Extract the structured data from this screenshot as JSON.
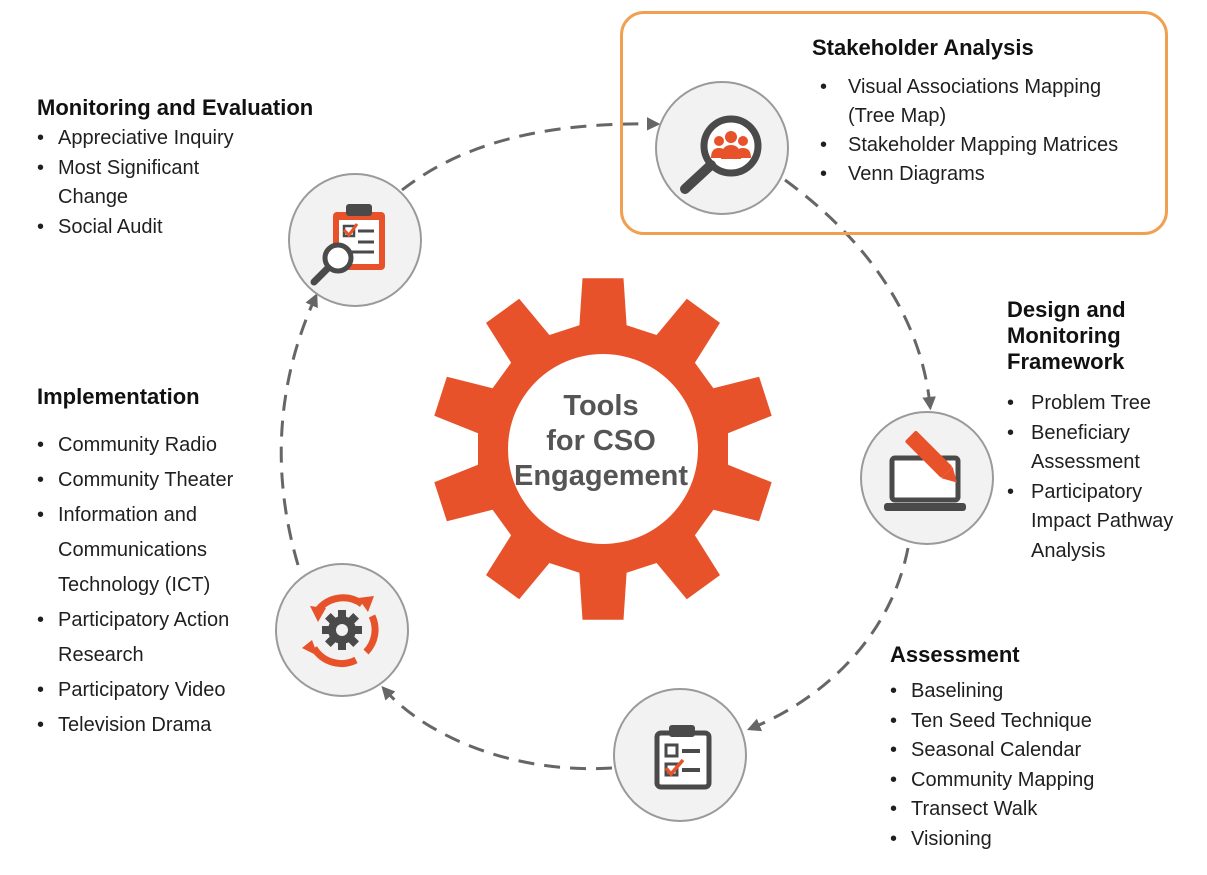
{
  "center": {
    "line1": "Tools",
    "line2": "for CSO",
    "line3": "Engagement"
  },
  "colors": {
    "gear": "#e8522a",
    "arrow": "#666666",
    "node_fill": "#f2f2f2",
    "node_border": "#9a9a9a",
    "highlight": "#f0a050",
    "icon_dark": "#4a4a4a"
  },
  "stages": [
    {
      "id": "stakeholder",
      "icon": "magnifier-people-icon",
      "title": "Stakeholder Analysis",
      "items": [
        "Visual Associations Mapping (Tree Map)",
        "Stakeholder Mapping  Matrices",
        "Venn Diagrams"
      ]
    },
    {
      "id": "design",
      "icon": "laptop-pencil-icon",
      "title": "Design and Monitoring Framework",
      "items": [
        "Problem Tree",
        "Beneficiary Assessment",
        "Participatory Impact Pathway Analysis"
      ]
    },
    {
      "id": "assessment",
      "icon": "checklist-clipboard-icon",
      "title": "Assessment",
      "items": [
        "Baselining",
        "Ten Seed Technique",
        "Seasonal Calendar",
        "Community Mapping",
        "Transect Walk",
        "Visioning"
      ]
    },
    {
      "id": "implementation",
      "icon": "gear-cycle-icon",
      "title": "Implementation",
      "items": [
        "Community Radio",
        "Community Theater",
        "Information and Communications Technology (ICT)",
        "Participatory Action Research",
        "Participatory Video",
        "Television Drama"
      ]
    },
    {
      "id": "monitoring",
      "icon": "clipboard-magnifier-icon",
      "title": "Monitoring and Evaluation",
      "items": [
        "Appreciative Inquiry",
        "Most Significant Change",
        "Social Audit"
      ]
    }
  ]
}
